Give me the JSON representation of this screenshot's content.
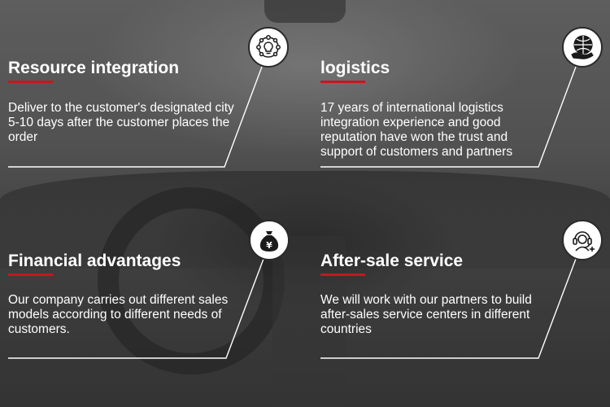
{
  "features": [
    {
      "title": "Resource integration",
      "description": "Deliver to the customer's designated city 5-10 days after the customer places the order",
      "icon": "lightbulb-network-icon"
    },
    {
      "title": "logistics",
      "description": "17 years of international logistics integration experience and good reputation have won the trust and support of customers and partners",
      "icon": "globe-hand-icon"
    },
    {
      "title": "Financial advantages",
      "description": "Our company carries out different sales models according to different needs of customers.",
      "icon": "money-bag-yen-icon"
    },
    {
      "title": "After-sale service",
      "description": "We will work with our partners to build after-sales service centers in different countries",
      "icon": "headset-support-icon"
    }
  ],
  "colors": {
    "accent": "#c8161d",
    "text": "#ffffff",
    "icon_bg": "#ffffff",
    "icon_fg": "#1a1a1a"
  },
  "yen_symbol": "¥"
}
